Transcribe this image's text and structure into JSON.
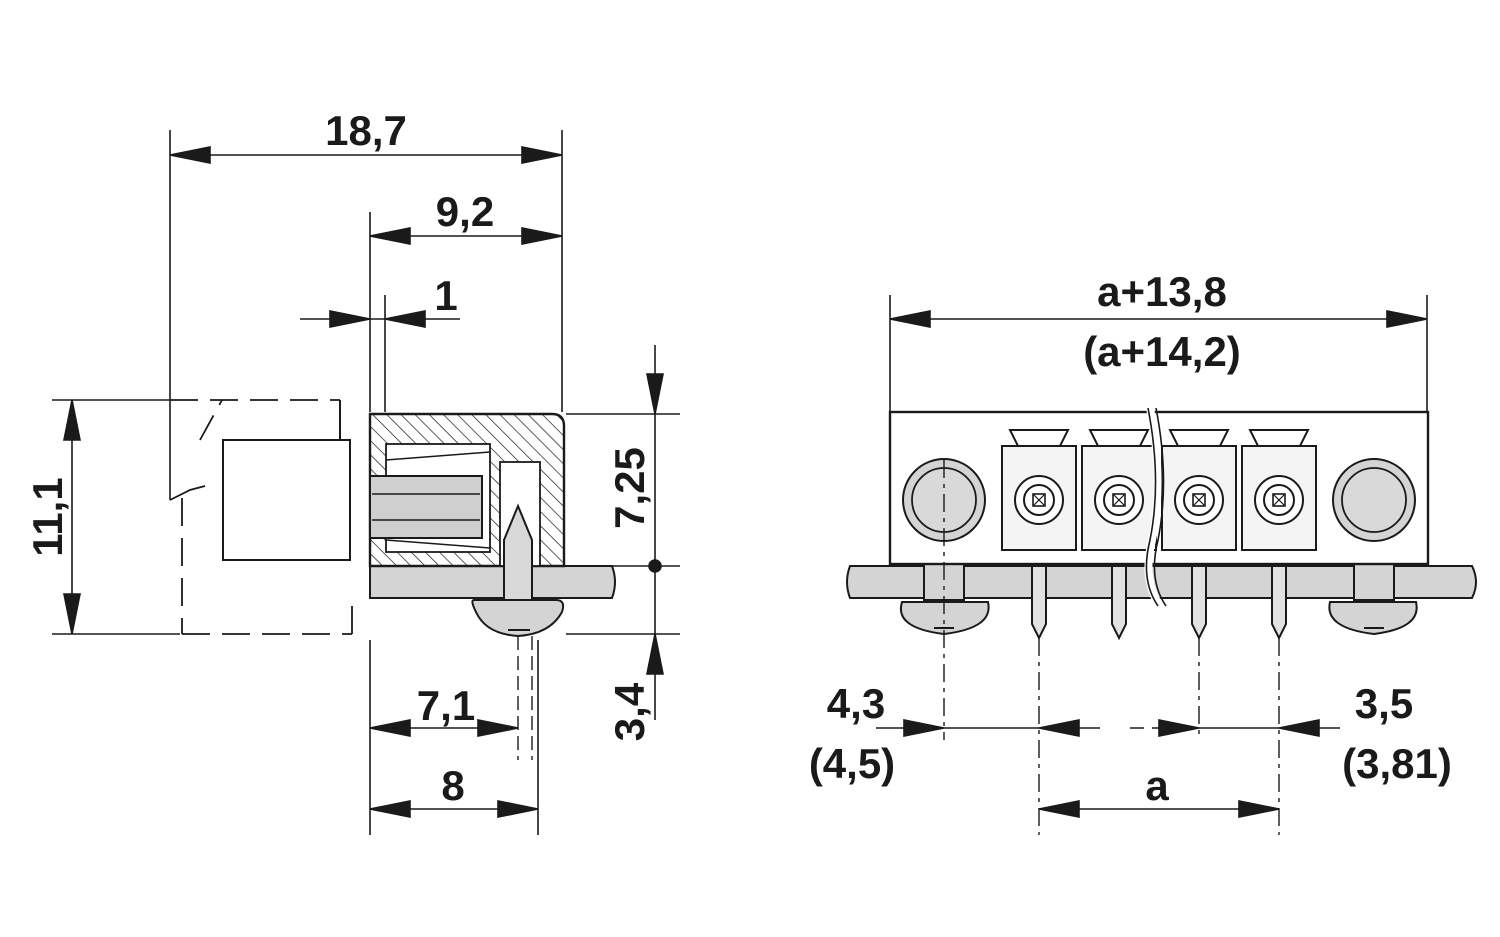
{
  "side_view": {
    "overall_depth": "18,7",
    "housing_depth": "9,2",
    "offset": "1",
    "overall_height": "11,1",
    "height_above_board": "7,25",
    "pin_length_below_board": "3,4",
    "pin_position": "7,1",
    "flange_distance": "8"
  },
  "front_view": {
    "overall_width": "a+13,8",
    "overall_width_alt": "(a+14,2)",
    "left_offset": "4,3",
    "left_offset_alt": "(4,5)",
    "right_offset": "3,5",
    "right_offset_alt": "(3,81)",
    "pitch_span": "a"
  },
  "colors": {
    "line": "#1a1a1a",
    "part_fill": "#cfcfcf",
    "part_light": "#e6e6e6",
    "board_fill": "#d4d4d4"
  }
}
